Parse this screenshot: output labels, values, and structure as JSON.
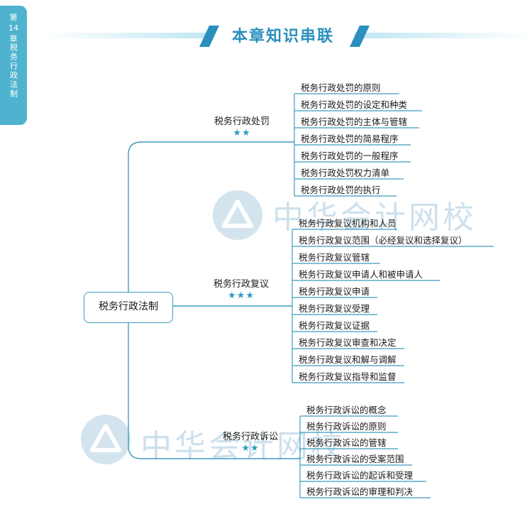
{
  "side_tab": {
    "chapter_prefix": "第",
    "chapter_num": "14",
    "chapter_suffix": "章",
    "chapter_title": "税务行政法制"
  },
  "header": {
    "title": "本章知识串联"
  },
  "root": {
    "label": "税务行政法制"
  },
  "categories": [
    {
      "label": "税务行政处罚",
      "stars": "★★"
    },
    {
      "label": "税务行政复议",
      "stars": "★★★"
    },
    {
      "label": "税务行政诉讼",
      "stars": "★★"
    }
  ],
  "leaves": {
    "penalty": [
      "税务行政处罚的原则",
      "税务行政处罚的设定和种类",
      "税务行政处罚的主体与管辖",
      "税务行政处罚的简易程序",
      "税务行政处罚的一般程序",
      "税务行政处罚权力清单",
      "税务行政处罚的执行"
    ],
    "review": [
      "税务行政复议机构和人员",
      "税务行政复议范围（必经复议和选择复议）",
      "税务行政复议管辖",
      "税务行政复议申请人和被申请人",
      "税务行政复议申请",
      "税务行政复议受理",
      "税务行政复议证据",
      "税务行政复议审查和决定",
      "税务行政复议和解与调解",
      "税务行政复议指导和监督"
    ],
    "litigation": [
      "税务行政诉讼的概念",
      "税务行政诉讼的原则",
      "税务行政诉讼的管辖",
      "税务行政诉讼的受案范围",
      "税务行政诉讼的起诉和受理",
      "税务行政诉讼的审理和判决"
    ]
  },
  "watermark": {
    "text": "中华会计网校"
  },
  "colors": {
    "accent": "#2a8fbe",
    "line": "#3f9bbf",
    "tab": "#4fb3cf"
  }
}
